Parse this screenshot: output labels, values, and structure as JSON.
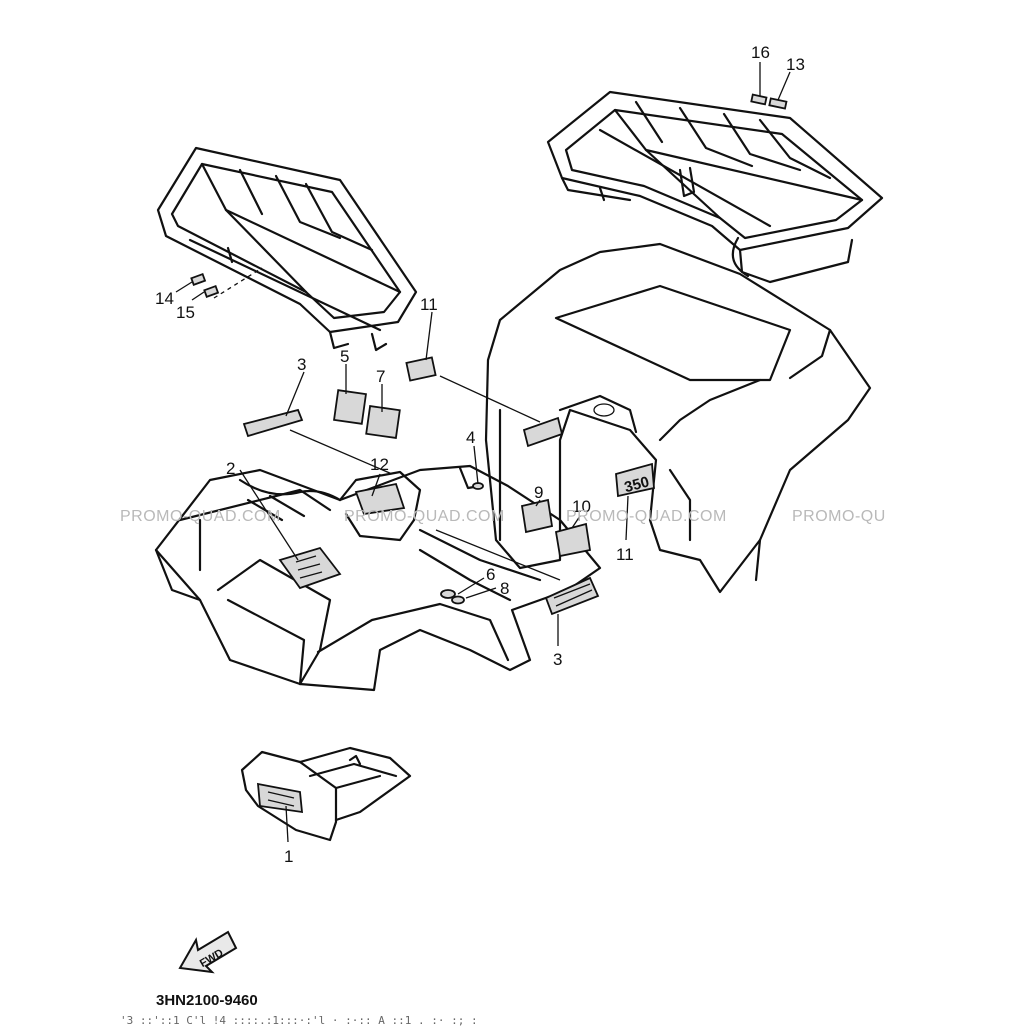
{
  "callouts": {
    "c1": "1",
    "c2": "2",
    "c3a": "3",
    "c3b": "3",
    "c4": "4",
    "c5": "5",
    "c6": "6",
    "c7": "7",
    "c8": "8",
    "c9": "9",
    "c10": "10",
    "c11a": "11",
    "c11b": "11",
    "c12": "12",
    "c13": "13",
    "c14": "14",
    "c15": "15",
    "c16": "16"
  },
  "watermark": {
    "w1": "PROMO-QUAD.COM",
    "w2": "PROMO-QUAD.COM",
    "w3": "PROMO-QUAD.COM",
    "w4": "PROMO-QU"
  },
  "decal_text": {
    "fwd": "FWD",
    "model": "350"
  },
  "footer": {
    "diagram_code": "3HN2100-9460",
    "fine_print": "'3 ::'::1  C'l !4  ::::.:1:::·:'l ·  :·:: A ::1            .   :·   :;  :"
  },
  "colors": {
    "ink": "#111111",
    "watermark": "#b9b9b9",
    "background": "#ffffff"
  }
}
